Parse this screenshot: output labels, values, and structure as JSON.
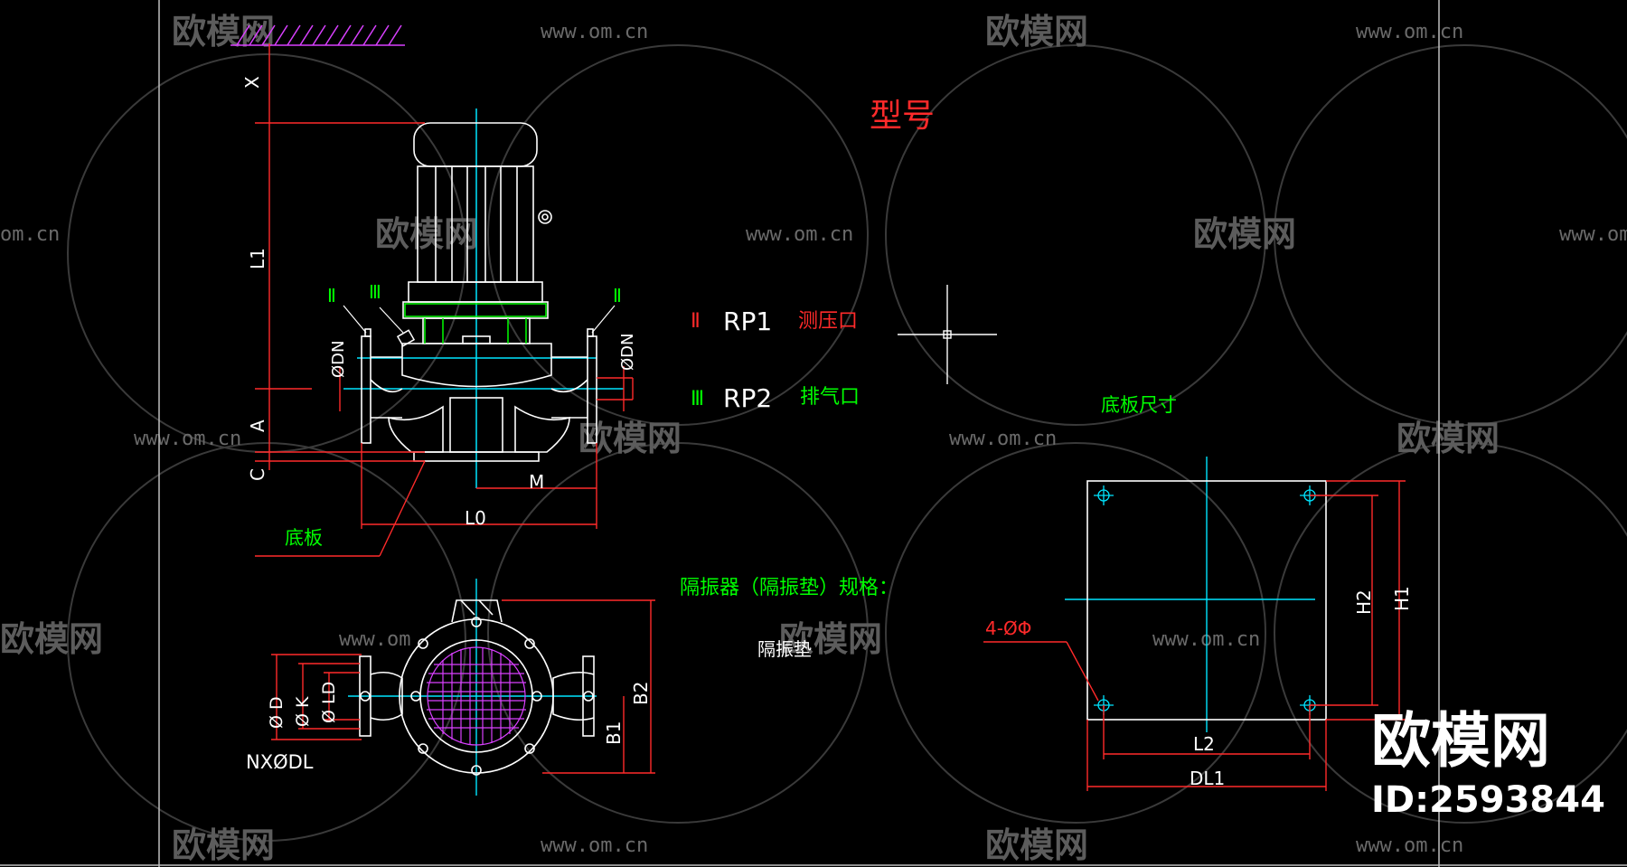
{
  "watermark": {
    "brand_text": "欧模网",
    "url_text": "www.om.cn",
    "url_text_partial_left": "om.cn",
    "url_text_partial_mid": "www.om",
    "brand_text_partial": "欧模网"
  },
  "badge": {
    "title": "欧模网",
    "id_text": "ID:2593844"
  },
  "labels": {
    "model": "型号",
    "rp1_roman": "Ⅱ",
    "rp1_code": "RP1",
    "rp1_desc": "测压口",
    "rp2_roman": "Ⅲ",
    "rp2_code": "RP2",
    "rp2_desc": "排气口",
    "baseplate_size": "底板尺寸",
    "baseplate": "底板",
    "isolator_spec": "隔振器（隔振垫）规格：",
    "isolator_pad": "隔振垫",
    "hole_callout": "4-ØΦ"
  },
  "dims_front": {
    "x": "X",
    "l1": "L1",
    "a": "A",
    "c": "C",
    "m": "M",
    "l0": "L0",
    "dn_left": "ØDN",
    "dn_right": "ØDN",
    "port_ii_left": "Ⅱ",
    "port_iii": "Ⅲ",
    "port_ii_right": "Ⅱ"
  },
  "dims_top": {
    "d": "Ø D",
    "k": "Ø K",
    "ld": "Ø LD",
    "b1": "B1",
    "b2": "B2",
    "nxdl": "NXØDL"
  },
  "dims_plate": {
    "h1": "H1",
    "h2": "H2",
    "l2": "L2",
    "dl1": "DL1"
  },
  "colors": {
    "background": "#000000",
    "drawing": "#ffffff",
    "dimension": "#ff2a2a",
    "centerline": "#00e5ff",
    "annotation_green": "#00ff00",
    "hatch": "#d940ff",
    "watermark": "#5a5a5a"
  }
}
